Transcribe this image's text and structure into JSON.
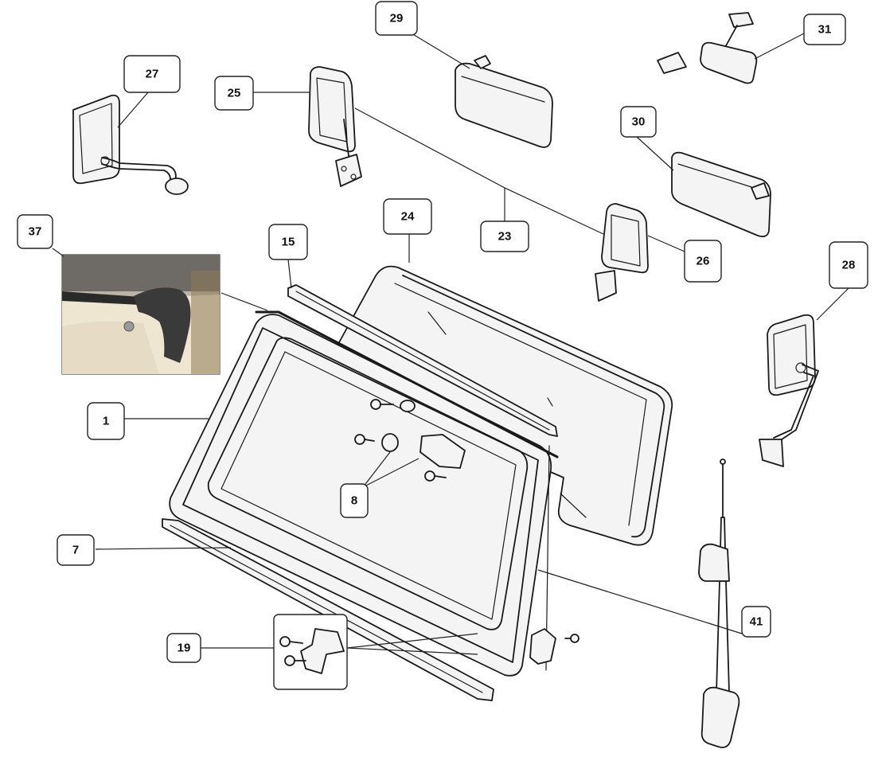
{
  "callouts": [
    {
      "id": "c1",
      "label": "1"
    },
    {
      "id": "c7",
      "label": "7"
    },
    {
      "id": "c8",
      "label": "8"
    },
    {
      "id": "c15",
      "label": "15"
    },
    {
      "id": "c19",
      "label": "19"
    },
    {
      "id": "c23",
      "label": "23"
    },
    {
      "id": "c24",
      "label": "24"
    },
    {
      "id": "c25",
      "label": "25"
    },
    {
      "id": "c26",
      "label": "26"
    },
    {
      "id": "c27",
      "label": "27"
    },
    {
      "id": "c28",
      "label": "28"
    },
    {
      "id": "c29",
      "label": "29"
    },
    {
      "id": "c30",
      "label": "30"
    },
    {
      "id": "c31",
      "label": "31"
    },
    {
      "id": "c37",
      "label": "37"
    },
    {
      "id": "c41",
      "label": "41"
    }
  ]
}
